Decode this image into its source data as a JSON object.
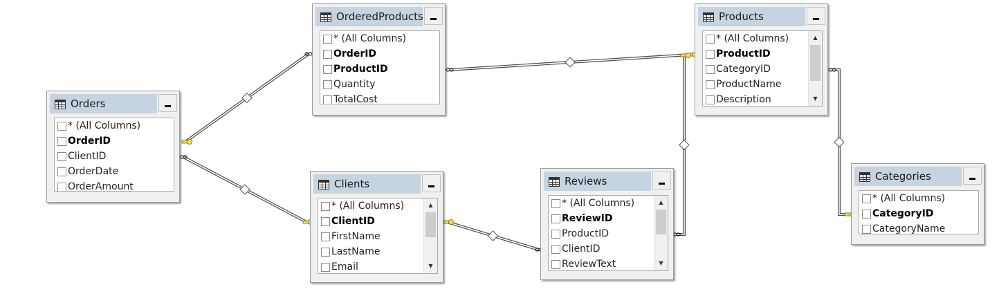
{
  "tables": [
    {
      "id": "orders",
      "title": "Orders",
      "icon": "table-icon",
      "columns": [
        {
          "label": "* (All Columns)",
          "pk": false
        },
        {
          "label": "OrderID",
          "pk": true
        },
        {
          "label": "ClientID",
          "pk": false
        },
        {
          "label": "OrderDate",
          "pk": false
        },
        {
          "label": "OrderAmount",
          "pk": false
        }
      ],
      "scrollbar": false
    },
    {
      "id": "ordered-products",
      "title": "OrderedProducts",
      "icon": "table-icon",
      "columns": [
        {
          "label": "* (All Columns)",
          "pk": false
        },
        {
          "label": "OrderID",
          "pk": true
        },
        {
          "label": "ProductID",
          "pk": true
        },
        {
          "label": "Quantity",
          "pk": false
        },
        {
          "label": "TotalCost",
          "pk": false
        }
      ],
      "scrollbar": false
    },
    {
      "id": "clients",
      "title": "Clients",
      "icon": "table-icon",
      "columns": [
        {
          "label": "* (All Columns)",
          "pk": false
        },
        {
          "label": "ClientID",
          "pk": true
        },
        {
          "label": "FirstName",
          "pk": false
        },
        {
          "label": "LastName",
          "pk": false
        },
        {
          "label": "Email",
          "pk": false
        }
      ],
      "scrollbar": true
    },
    {
      "id": "reviews",
      "title": "Reviews",
      "icon": "table-icon",
      "columns": [
        {
          "label": "* (All Columns)",
          "pk": false
        },
        {
          "label": "ReviewID",
          "pk": true
        },
        {
          "label": "ProductID",
          "pk": false
        },
        {
          "label": "ClientID",
          "pk": false
        },
        {
          "label": "ReviewText",
          "pk": false
        }
      ],
      "scrollbar": true
    },
    {
      "id": "products",
      "title": "Products",
      "icon": "table-icon",
      "columns": [
        {
          "label": "* (All Columns)",
          "pk": false
        },
        {
          "label": "ProductID",
          "pk": true
        },
        {
          "label": "CategoryID",
          "pk": false
        },
        {
          "label": "ProductName",
          "pk": false
        },
        {
          "label": "Description",
          "pk": false
        }
      ],
      "scrollbar": true
    },
    {
      "id": "categories",
      "title": "Categories",
      "icon": "table-icon",
      "columns": [
        {
          "label": "* (All Columns)",
          "pk": false
        },
        {
          "label": "CategoryID",
          "pk": true
        },
        {
          "label": "CategoryName",
          "pk": false
        }
      ],
      "scrollbar": false
    }
  ],
  "relationships": [
    {
      "id": "orders-orderedproducts",
      "from": "OrderedProducts",
      "to": "Orders",
      "key_end": "Orders",
      "many_end": "OrderedProducts"
    },
    {
      "id": "orders-clients",
      "from": "Orders",
      "to": "Clients",
      "key_end": "Clients",
      "many_end": "Orders"
    },
    {
      "id": "orderedproducts-products",
      "from": "OrderedProducts",
      "to": "Products",
      "key_end": "Products",
      "many_end": "OrderedProducts"
    },
    {
      "id": "reviews-clients",
      "from": "Reviews",
      "to": "Clients",
      "key_end": "Clients",
      "many_end": "Reviews"
    },
    {
      "id": "reviews-products",
      "from": "Reviews",
      "to": "Products",
      "key_end": "Products",
      "many_end": "Reviews"
    },
    {
      "id": "products-categories",
      "from": "Products",
      "to": "Categories",
      "key_end": "Categories",
      "many_end": "Products"
    }
  ],
  "colors": {
    "header": "#c6d3e0",
    "key": "#f0e24a",
    "line": "#4a4a4a"
  }
}
